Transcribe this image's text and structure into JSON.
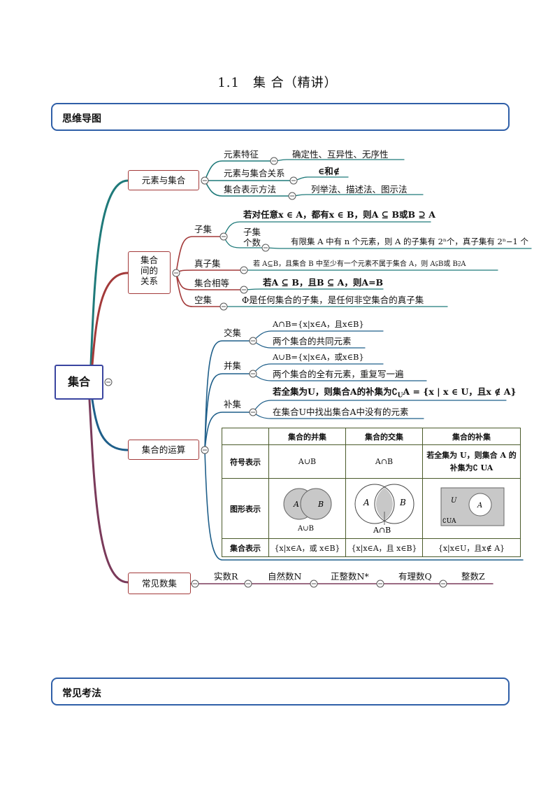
{
  "title": "1.1　集 合（精讲）",
  "sections": {
    "mindmap": "思维导图",
    "exam": "常见考法"
  },
  "root": "集合",
  "b1": {
    "label": "元素与集合",
    "c1": "元素特征",
    "c1v": "确定性、互异性、无序性",
    "c2": "元素与集合关系",
    "c2v": "∈和∉",
    "c3": "集合表示方法",
    "c3v": "列举法、描述法、图示法"
  },
  "b2": {
    "label1": "集合",
    "label2": "间的",
    "label3": "关系",
    "sub": "子集",
    "sub_v1": "若对任意x ∈ A，都有x ∈ B，则A ⊆ B或B ⊇ A",
    "sub_c1": "子集",
    "sub_c2": "个数",
    "sub_v2": "有限集 A 中有 n 个元素，则 A 的子集有 2ⁿ个，真子集有 2ⁿ−1 个",
    "proper": "真子集",
    "proper_v": "若 A⊆B，且集合 B 中至少有一个元素不属于集合 A，则 A⫋B或 B⫌A",
    "equal": "集合相等",
    "equal_v": "若A ⊆ B，且B ⊆ A，则A=B",
    "empty": "空集",
    "empty_v": "Φ是任何集合的子集，是任何非空集合的真子集"
  },
  "b3": {
    "label": "集合的运算",
    "inter": "交集",
    "inter_v1": "A∩B={x|x∈A，且x∈B}",
    "inter_v2": "两个集合的共同元素",
    "union": "并集",
    "union_v1": "A∪B={x|x∈A，或x∈B}",
    "union_v2": "两个集合的全有元素，重复写一遍",
    "comp": "补集",
    "comp_v1": "若全集为U，则集合A的补集为∁",
    "comp_sub": "U",
    "comp_v1b": "A = {x | x ∈ U，且x ∉ A}",
    "comp_v2": "在集合U中找出集合A中没有的元素",
    "table": {
      "headers": [
        "集合的并集",
        "集合的交集",
        "集合的补集"
      ],
      "row1_label": "符号表示",
      "row1": [
        "A∪B",
        "A∩B"
      ],
      "row1_c3a": "若全集为 U，则集合 A 的",
      "row1_c3b": "补集为∁ UA",
      "row2_label": "图形表示",
      "venn_a": "A",
      "venn_b": "B",
      "venn_union": "A∪B",
      "venn_inter": "A∩B",
      "venn_u": "U",
      "venn_comp": "∁UA",
      "row3_label": "集合表示",
      "row3": [
        "{x|x∈A，或 x∈B}",
        "{x|x∈A，且 x∈B}",
        "{x|x∈U，且x∉ A}"
      ]
    }
  },
  "b4": {
    "label": "常见数集",
    "items": [
      "实数R",
      "自然数N",
      "正整数N*",
      "有理数Q",
      "整数Z"
    ]
  },
  "colors": {
    "box": "#2f5fa8",
    "teal": "#1f7a7a",
    "red": "#a33a3a",
    "blue": "#1f5f8a",
    "purple": "#7a3a5a",
    "table": "#4a5a2a"
  }
}
